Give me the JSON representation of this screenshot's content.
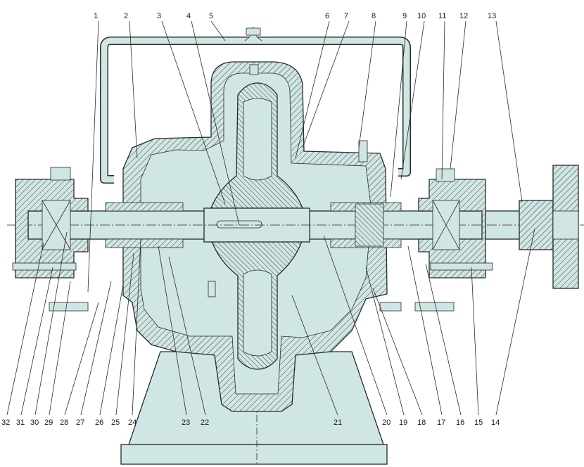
{
  "colors": {
    "body_fill": "#cfe6e4",
    "hatch": "#2a2a2a",
    "line": "#2a2a2a",
    "background": "#ffffff"
  },
  "top_labels": [
    "1",
    "2",
    "3",
    "4",
    "5",
    "6",
    "7",
    "8",
    "9",
    "10",
    "11",
    "12",
    "13"
  ],
  "bottom_labels": [
    "32",
    "31",
    "30",
    "29",
    "28",
    "27",
    "26",
    "25",
    "24",
    "23",
    "22",
    "21",
    "20",
    "19",
    "18",
    "17",
    "16",
    "15",
    "14"
  ]
}
